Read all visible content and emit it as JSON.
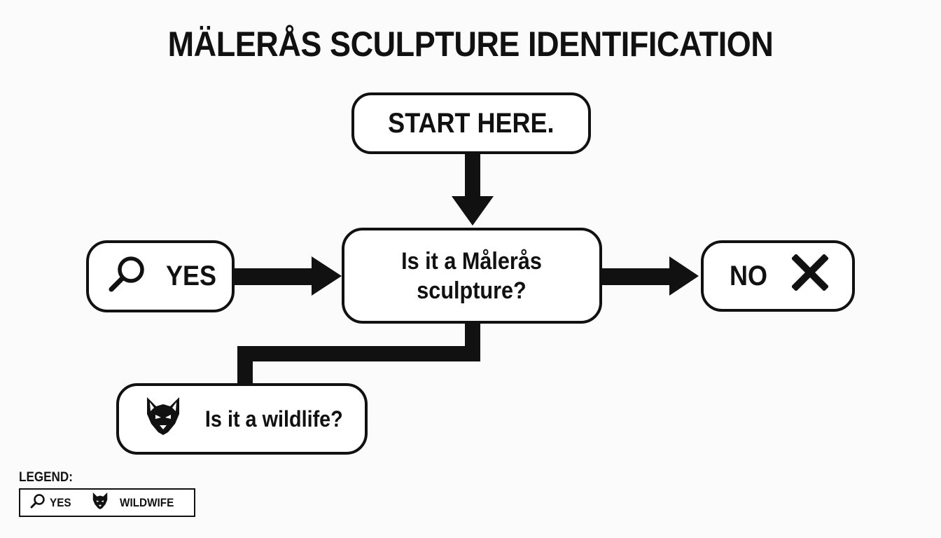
{
  "title": "MÄLERÅS SCULPTURE IDENTIFICATION",
  "nodes": {
    "start": "START HERE.",
    "question_line1": "Is it a Målerås",
    "question_line2": "sculpture?",
    "yes": "YES",
    "no": "NO",
    "wildlife": "Is it a wildlife?"
  },
  "icons": {
    "yes": "magnifying-glass-icon",
    "no": "x-mark-icon",
    "wildlife": "wolf-head-icon"
  },
  "legend": {
    "title": "LEGEND:",
    "items": [
      {
        "icon": "magnifying-glass-icon",
        "label": "YES"
      },
      {
        "icon": "wolf-head-icon",
        "label": "WILDWIFE"
      }
    ]
  },
  "colors": {
    "stroke": "#111111",
    "background": "#fbfbfb",
    "node_fill": "#ffffff"
  }
}
